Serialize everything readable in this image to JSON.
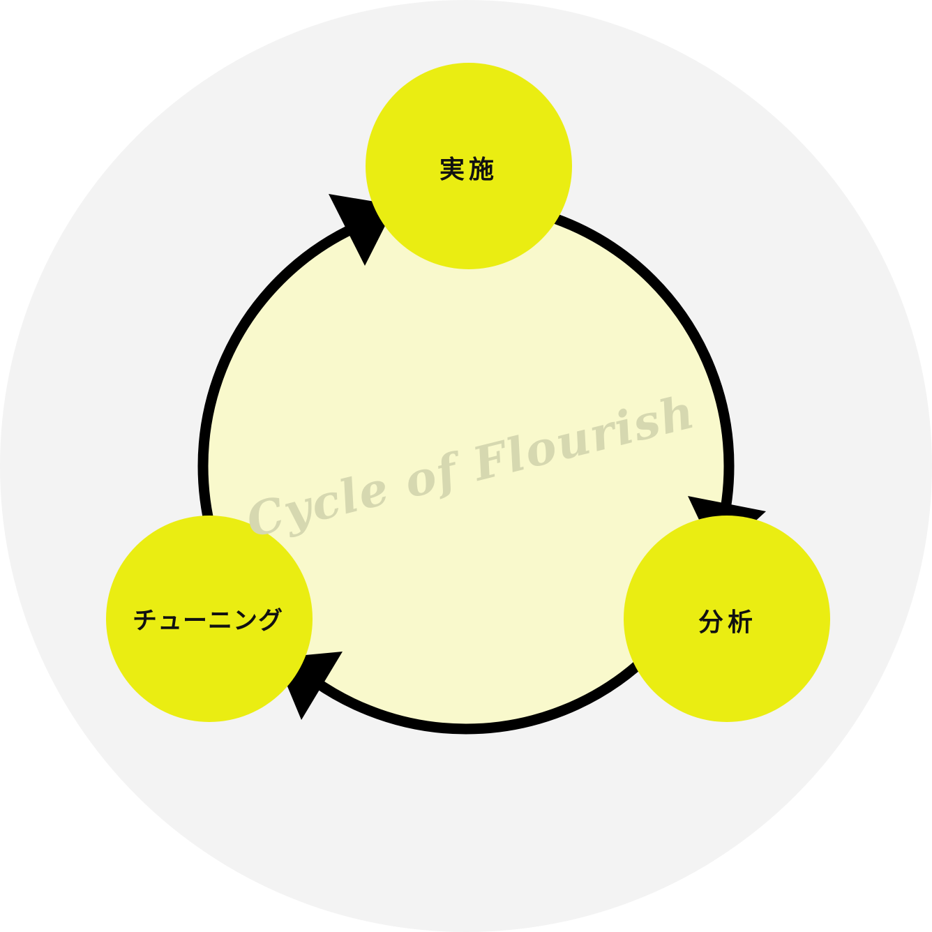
{
  "diagram": {
    "type": "cycle",
    "watermark": "Cycle of Flourish",
    "nodes": [
      {
        "id": "execute",
        "label": "実施"
      },
      {
        "id": "analysis",
        "label": "分析"
      },
      {
        "id": "tuning",
        "label": "チューニング"
      }
    ],
    "edges": [
      {
        "from": "execute",
        "to": "analysis"
      },
      {
        "from": "analysis",
        "to": "tuning"
      },
      {
        "from": "tuning",
        "to": "execute"
      }
    ],
    "colors": {
      "background_disc": "#f3f3f3",
      "cycle_fill": "#f9f9cc",
      "node_fill": "#eaed12",
      "ring_stroke": "#000000",
      "label_text": "#111111",
      "watermark_text": "#d6d8b0"
    }
  }
}
